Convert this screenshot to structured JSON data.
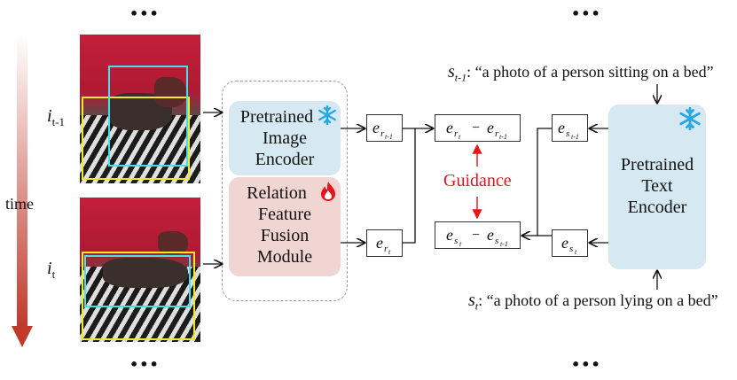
{
  "ellipsis": "•••",
  "time_label": "time",
  "frames": {
    "prev_label_base": "i",
    "prev_label_sub": "t-1",
    "curr_label_base": "i",
    "curr_label_sub": "t"
  },
  "encoders": {
    "image": "Pretrained Image Encoder",
    "image_lines": [
      "Pretrained",
      "Image",
      "Encoder"
    ],
    "relation_lines": [
      "Relation",
      "Feature",
      "Fusion",
      "Module"
    ],
    "text_lines": [
      "Pretrained",
      "Text",
      "Encoder"
    ]
  },
  "guidance": "Guidance",
  "captions": {
    "prev_base": "s",
    "prev_sub": "t-1",
    "prev_text": ": “a photo of a person sitting on a bed”",
    "curr_base": "s",
    "curr_sub": "t",
    "curr_text": ": “a photo of a person lying on a bed”"
  },
  "features": {
    "e": "e",
    "r_prev_sub": "r",
    "minus": "−"
  },
  "colors": {
    "image_encoder_bg": "#d6e9f2",
    "relation_bg": "#f0d5d3",
    "guidance": "#e8141b",
    "snowflake": "#29a8e0",
    "fire": "#e8141b",
    "bbox_prev": "#f2ea28",
    "bbox_curr": "#45e0ea",
    "time_arrow": "#c0392b"
  },
  "icons": [
    "snowflake-icon",
    "fire-icon"
  ]
}
